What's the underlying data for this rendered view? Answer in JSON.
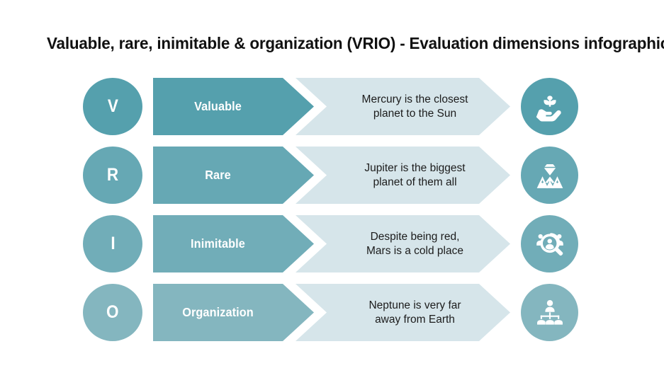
{
  "slide": {
    "background_color": "#ffffff",
    "title": "Valuable, rare, inimitable & organization (VRIO) - Evaluation dimensions infographics"
  },
  "palette": {
    "teal_row1": "#55a0ad",
    "teal_row2": "#66a8b4",
    "teal_row3": "#71adb8",
    "teal_row4": "#84b6bf",
    "description_bg": "#d6e5ea",
    "title_color": "#111111",
    "label_text_color": "#ffffff",
    "description_text_color": "#1c1c1c"
  },
  "rows": [
    {
      "letter": "V",
      "label": "Valuable",
      "description_line1": "Mercury is the closest",
      "description_line2": "planet to the Sun",
      "icon": "hand-holding-plant-icon",
      "accent_color": "#55a0ad"
    },
    {
      "letter": "R",
      "label": "Rare",
      "description_line1": "Jupiter is the biggest",
      "description_line2": "planet of them all",
      "icon": "diamond-mountains-icon",
      "accent_color": "#66a8b4"
    },
    {
      "letter": "I",
      "label": "Inimitable",
      "description_line1": "Despite being red,",
      "description_line2": "Mars is a cold place",
      "icon": "magnifier-people-icon",
      "accent_color": "#71adb8"
    },
    {
      "letter": "O",
      "label": "Organization",
      "description_line1": "Neptune is very far",
      "description_line2": "away from Earth",
      "icon": "org-chart-icon",
      "accent_color": "#84b6bf"
    }
  ]
}
